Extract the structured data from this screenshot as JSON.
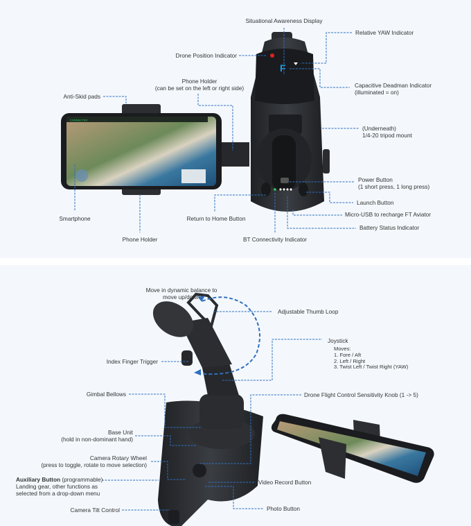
{
  "top_panel": {
    "labels": {
      "situational_awareness": "Situational Awareness Display",
      "relative_yaw": "Relative YAW Indicator",
      "drone_position": "Drone Position Indicator",
      "phone_holder_side_1": "Phone Holder",
      "phone_holder_side_2": "(can be set on the left or right side)",
      "capacitive_1": "Capacitive Deadman Indicator",
      "capacitive_2": "(illuminated = on)",
      "anti_skid": "Anti-Skid pads",
      "tripod_1": "(Underneath)",
      "tripod_2": "1/4-20 tripod mount",
      "power_1": "Power Button",
      "power_2": "(1 short press, 1 long press)",
      "launch": "Launch Button",
      "micro_usb": "Micro-USB to recharge FT Aviator",
      "battery": "Battery Status Indicator",
      "smartphone": "Smartphone",
      "return_home": "Return to Home Button",
      "phone_holder_bottom": "Phone Holder",
      "bt": "BT Connectivity Indicator"
    },
    "phone_screen_status": "CONNECTED"
  },
  "bottom_panel": {
    "labels": {
      "dynamic_1": "Move in dynamic balance to",
      "dynamic_2": "move up/down",
      "thumb_loop": "Adjustable Thumb Loop",
      "joystick": "Joystick",
      "moves": "Moves:",
      "move_1": "1. Fore / Aft",
      "move_2": "2. Left / Right",
      "move_3": "3. Twist Left / Twist Right (YAW)",
      "index_trigger": "Index Finger Trigger",
      "gimbal": "Gimbal Bellows",
      "sensitivity": "Drone Flight Control Sensitivity Knob (1 -> 5)",
      "base_1": "Base Unit",
      "base_2": "(hold in non-dominant hand)",
      "rotary_1": "Camera Rotary Wheel",
      "rotary_2": "(press to toggle, rotate to move selection)",
      "aux_bold": "Auxiliary Button",
      "aux_rest": " (programmable)",
      "aux_2": "Landing gear, other functions as",
      "aux_3": "selected from a drop-down menu",
      "video": "Video Record Button",
      "tilt": "Camera Tilt Control",
      "photo": "Photo Button"
    }
  },
  "colors": {
    "leader": "#2f6fc0",
    "device": "#2b2d30",
    "led_red": "#e02020",
    "led_blue": "#1e9be0",
    "led_green": "#30d060"
  }
}
